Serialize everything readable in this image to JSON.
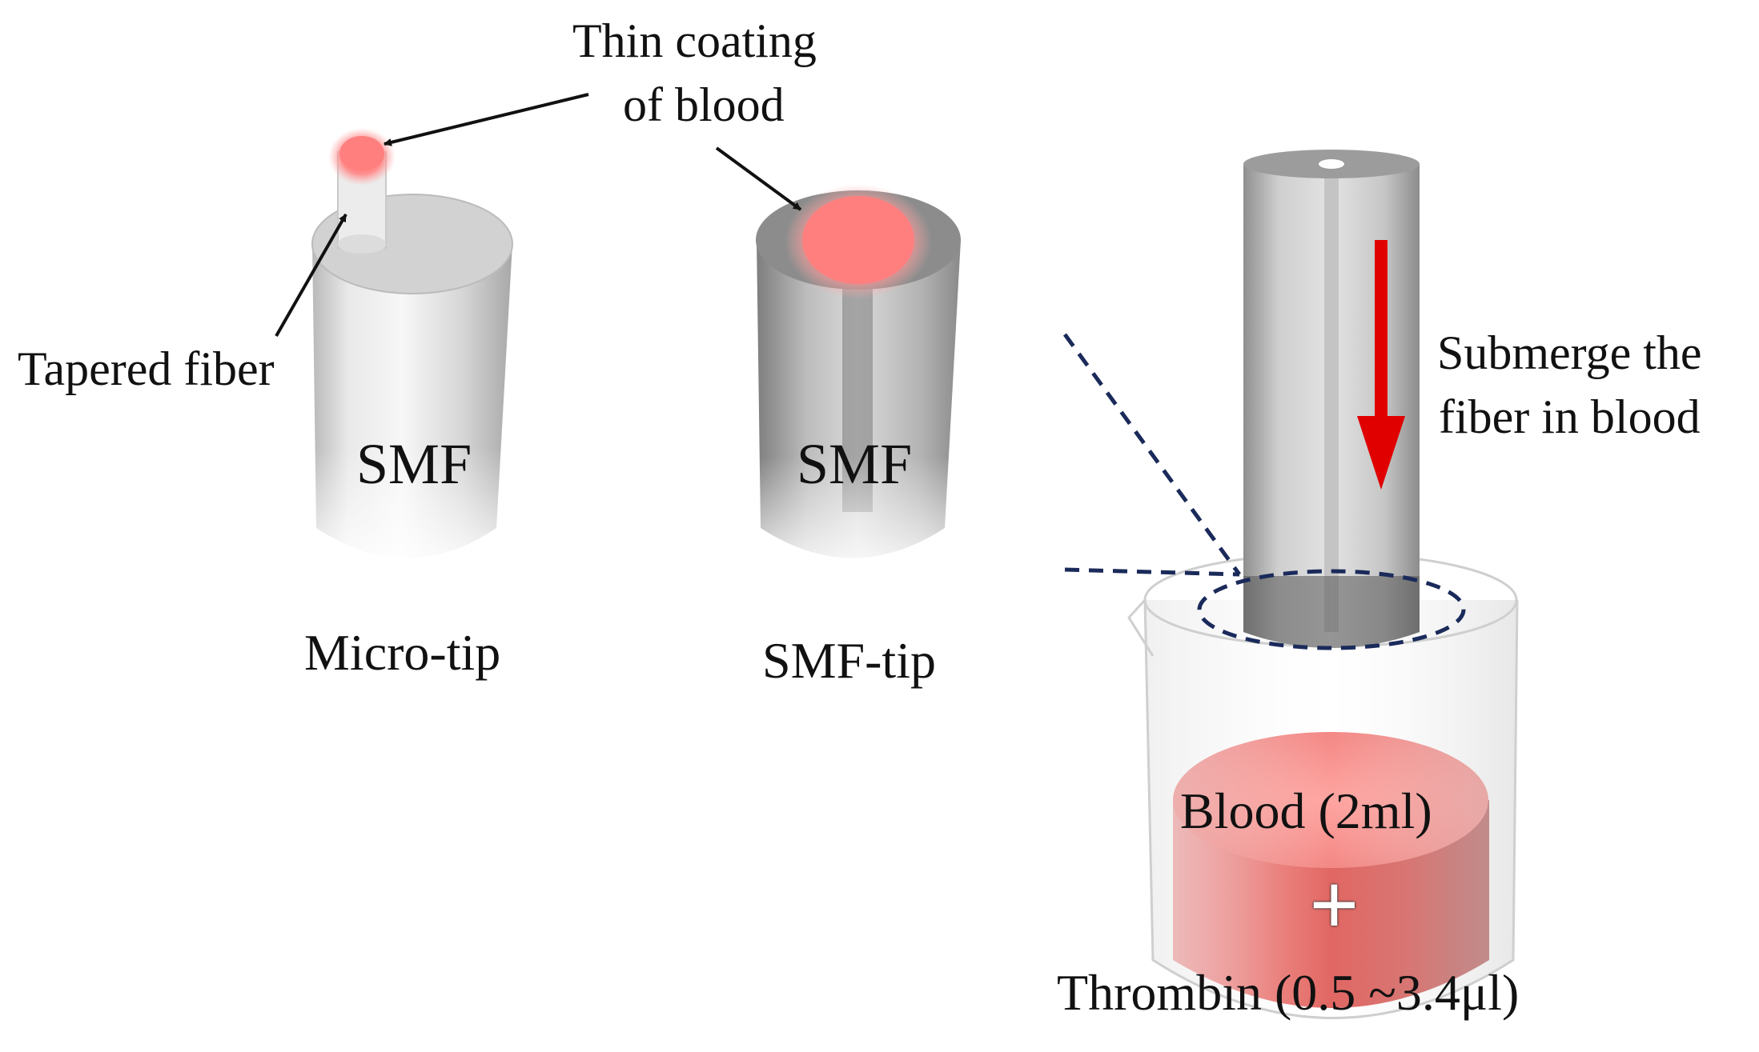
{
  "labels": {
    "thin_coating": "Thin coating",
    "of_blood": "of blood",
    "tapered_fiber": "Tapered fiber",
    "smf_left": "SMF",
    "smf_middle": "SMF",
    "micro_tip": "Micro-tip",
    "smf_tip": "SMF-tip",
    "submerge_line1": "Submerge the",
    "submerge_line2": "fiber in blood",
    "blood": "Blood (2ml)",
    "plus": "+",
    "thrombin": "Thrombin (0.5 ~3.4μl)"
  },
  "colors": {
    "blood": "#e8443e",
    "blood_light": "#f59a96",
    "coating": "#ff7f7f",
    "arrow_red": "#e00000",
    "dashed_navy": "#1a2a5a",
    "fiber_gray": "#9a9a9a"
  }
}
